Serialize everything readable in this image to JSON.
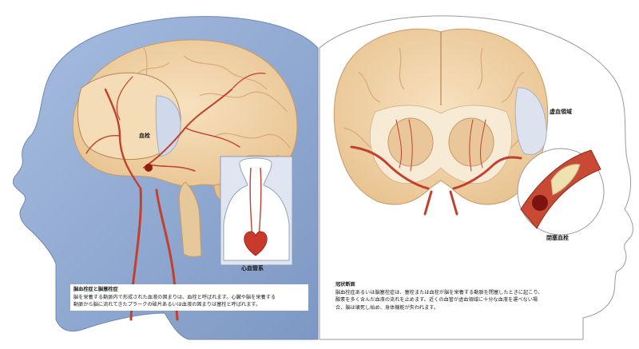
{
  "labels": {
    "thrombus": "血栓",
    "heart": "心血管系",
    "ischemic_area": "虚血領域",
    "occlusive_thrombus": "閉塞血栓"
  },
  "left_caption": {
    "title": "脳血栓症と脳塞栓症",
    "lines": [
      "脳を栄養する動脈内で形成された血液の固まりは、血栓と呼ばれます。心臓や脳を栄養する",
      "動脈から脳に流れてきたプラークの破片あるいは血液の固まりは塞栓と呼ばれます。"
    ]
  },
  "right_caption": {
    "title": "冠状断面",
    "lines": [
      "脳血栓症あるいは脳塞栓症は、塞栓または血栓が脳を栄養する動脈を閉塞したときに起こり、",
      "酸素を多く含んだ血液の流れを止めます。近くの血管が虚血領域に十分な血液を運べない場",
      "合、脳は壊死し始め、身体機能が失われます。"
    ]
  },
  "colors": {
    "head_blue": "#8fa9cf",
    "brain": "#f3d6ad",
    "artery": "#c2402c",
    "ischemia": "#dde3ee"
  }
}
